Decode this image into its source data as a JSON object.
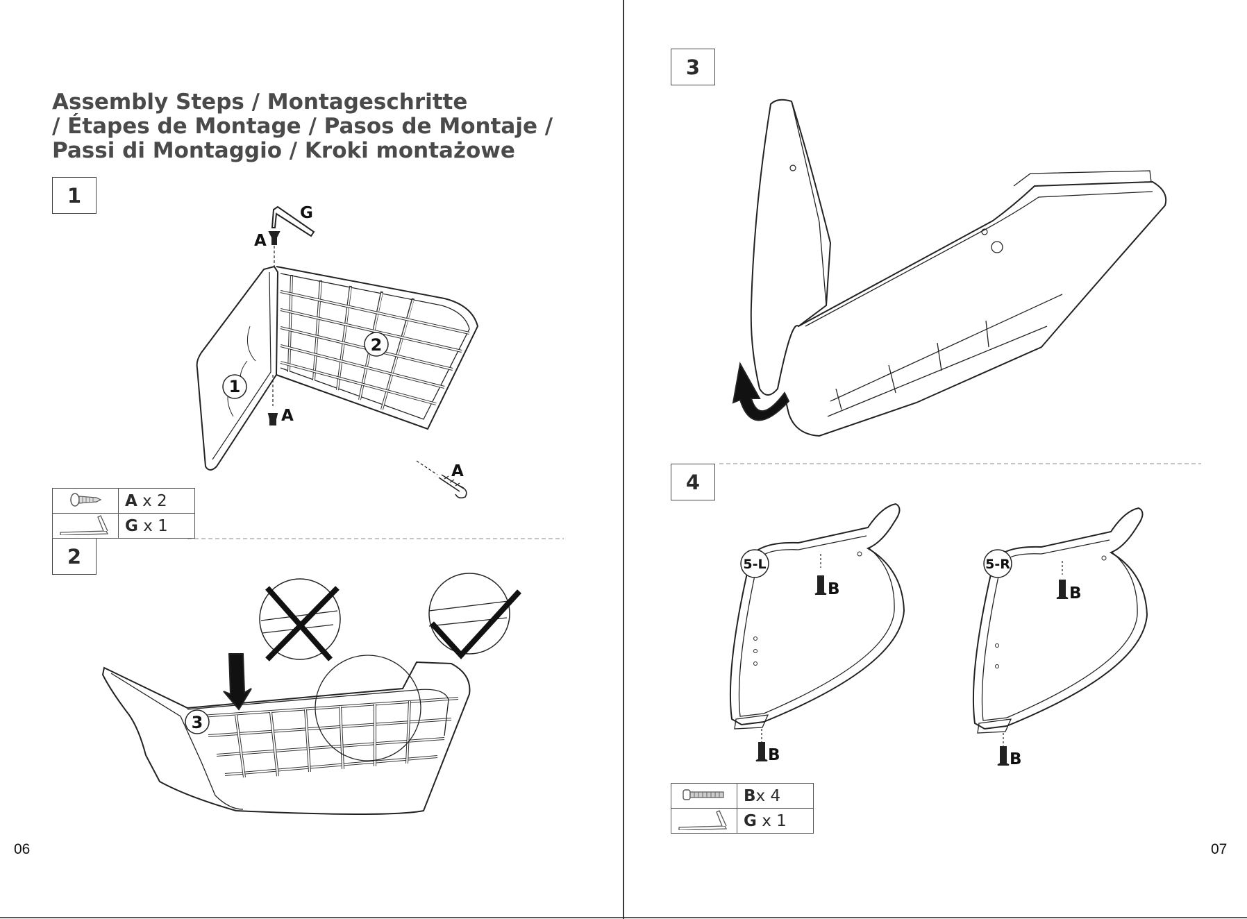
{
  "title": {
    "line1": "Assembly Steps / Montageschritte",
    "line2": "/ Étapes de Montage / Pasos de Montaje /",
    "line3": "Passi di Montaggio / Kroki montażowe"
  },
  "steps": [
    {
      "number": "1"
    },
    {
      "number": "2"
    },
    {
      "number": "3"
    },
    {
      "number": "4"
    }
  ],
  "step1_parts": [
    {
      "icon": "screw-icon",
      "code": "A",
      "qty": "x 2"
    },
    {
      "icon": "allen-key-icon",
      "code": "G",
      "qty": "x 1"
    }
  ],
  "step4_parts": [
    {
      "icon": "bolt-icon",
      "code": "B",
      "qty": "x 4"
    },
    {
      "icon": "allen-key-icon",
      "code": "G",
      "qty": "x 1"
    }
  ],
  "callouts": {
    "part1": "1",
    "part2": "2",
    "part3": "3",
    "left_leg": "5-L",
    "right_leg": "5-R",
    "screw": "A",
    "bolt": "B",
    "key": "G"
  },
  "pages": {
    "left": "06",
    "right": "07"
  }
}
